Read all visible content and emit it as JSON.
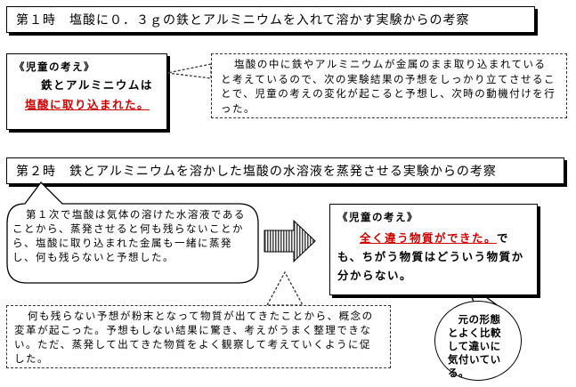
{
  "section1": {
    "title": "第１時　塩酸に０．３ｇの鉄とアルミニウムを入れて溶かす実験からの考察",
    "child_box": {
      "heading": "《児童の考え》",
      "line1": "鉄とアルミニウムは",
      "highlight": "塩酸に取り込まれた。"
    },
    "note": "塩酸の中に鉄やアルミニウムが金属のまま取り込まれていると考えているので、次の実験結果の予想をしっかり立てさせることで、児童の考えの変化が起こると予想し、次時の動機付けを行った。"
  },
  "section2": {
    "title": "第２時　鉄とアルミニウムを溶かした塩酸の水溶液を蒸発させる実験からの考察",
    "left_bubble": "第１次で塩酸は気体の溶けた水溶液であることから、蒸発させると何も残らないことから、塩酸に取り込まれた金属も一緒に蒸発し、何も残らないと予想した。",
    "child_box": {
      "heading": "《児童の考え》",
      "highlight": "全く違う物質ができた。",
      "rest": "でも、ちがう物質はどういう物質か分からない。"
    },
    "bottom_note": "何も残らない予想が粉末となって物質が出てきたことから、概念の変革が起こった。予想もしない結果に驚き、考えがうまく整理できない。ただ、蒸発して出てきた物質をよく観察して考えていくように促した。",
    "oval_note": "元の形態とよく比較して違いに気付いている。"
  },
  "colors": {
    "highlight": "#d00000",
    "border": "#000000"
  }
}
